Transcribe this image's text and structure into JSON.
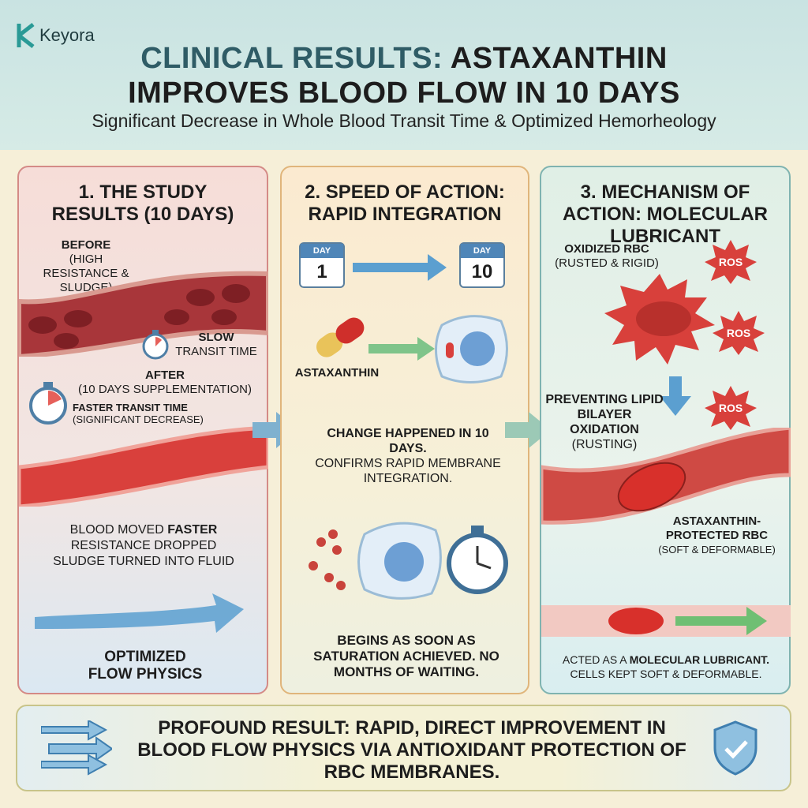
{
  "header": {
    "brand": "Keyora",
    "title_accent": "CLINICAL RESULTS:",
    "title_main": "ASTAXANTHIN",
    "title_line2": "IMPROVES BLOOD FLOW IN 10 DAYS",
    "subtitle": "Significant Decrease in Whole Blood Transit Time & Optimized Hemorheology"
  },
  "panel1": {
    "title": "1. THE STUDY RESULTS (10 DAYS)",
    "before": "BEFORE",
    "before_note": "(HIGH RESISTANCE & SLUDGE)",
    "slow": "SLOW",
    "slow_note": "TRANSIT TIME",
    "after": "AFTER",
    "after_note": "(10 DAYS SUPPLEMENTATION)",
    "faster": "FASTER TRANSIT TIME",
    "faster_note": "(SIGNIFICANT DECREASE)",
    "result_1a": "BLOOD MOVED ",
    "result_1b": "FASTER",
    "result_2": "RESISTANCE DROPPED",
    "result_3": "SLUDGE TURNED INTO FLUID",
    "footer": "OPTIMIZED FLOW PHYSICS"
  },
  "panel2": {
    "title": "2. SPEED OF ACTION: RAPID INTEGRATION",
    "day_label": "DAY",
    "day_start": "1",
    "day_end": "10",
    "capsule_label": "ASTAXANTHIN",
    "change": "CHANGE HAPPENED IN 10 DAYS.",
    "change_note": "CONFIRMS RAPID MEMBRANE INTEGRATION.",
    "footer": "BEGINS AS SOON AS SATURATION ACHIEVED. NO MONTHS OF WAITING."
  },
  "panel3": {
    "title": "3. MECHANISM OF ACTION: MOLECULAR LUBRICANT",
    "oxidized": "OXIDIZED RBC",
    "oxidized_note": "(RUSTED & RIGID)",
    "ros": "ROS",
    "preventing": "PREVENTING LIPID BILAYER OXIDATION",
    "preventing_note": "(RUSTING)",
    "protected": "ASTAXANTHIN-PROTECTED RBC",
    "protected_note": "(SOFT & DEFORMABLE)",
    "footer_1a": "ACTED AS A ",
    "footer_1b": "MOLECULAR LUBRICANT.",
    "footer_2": "CELLS KEPT SOFT & DEFORMABLE."
  },
  "banner": {
    "text": "PROFOUND RESULT: RAPID, DIRECT IMPROVEMENT IN BLOOD FLOW PHYSICS VIA ANTIOXIDANT PROTECTION OF RBC MEMBRANES."
  },
  "colors": {
    "blood": "#c8322f",
    "accent_teal": "#2f5c66",
    "arrow_blue": "#5b9fd0",
    "arrow_green": "#6fbf73"
  }
}
